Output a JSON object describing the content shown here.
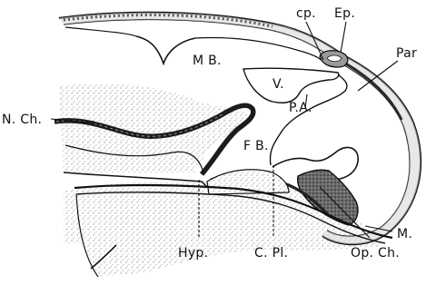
{
  "colors": {
    "ink": "#111111",
    "stipple": "#bdbdbd",
    "dark_tissue": "#3a3a3a",
    "paper": "#ffffff"
  },
  "labels": {
    "cp": "cp.",
    "ep": "Ep.",
    "par": "Par",
    "mb": "M B.",
    "v": "V.",
    "pa": "P.A.",
    "nch": "N. Ch.",
    "fb": "F B.",
    "m": "M.",
    "hyp": "Hyp.",
    "cpl": "C. Pl.",
    "opch": "Op. Ch."
  }
}
